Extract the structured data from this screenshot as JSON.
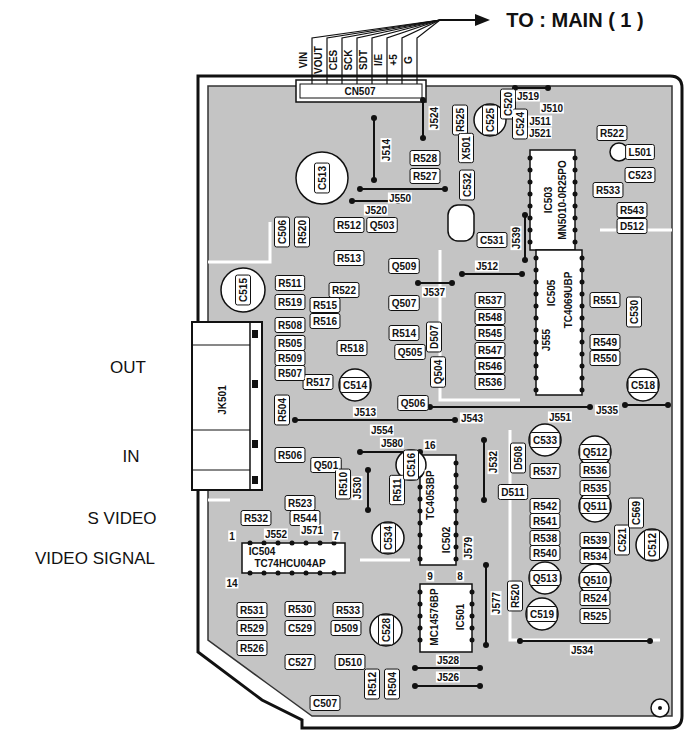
{
  "diagram": {
    "labels": [
      "TO : MAIN ( 1 )",
      "VIN",
      "VOUT",
      "CES",
      "SCK",
      "SDT",
      "I/E",
      "+5",
      "G",
      "CN507",
      "OUT",
      "IN",
      "S VIDEO",
      "VIDEO SIGNAL",
      "J519",
      "C520",
      "J510",
      "J511",
      "J521",
      "C524",
      "C525",
      "R525",
      "J524",
      "R522",
      "L501",
      "C523",
      "R533",
      "R543",
      "D512",
      "X501",
      "IC503",
      "MN5010-0R25PO",
      "R528",
      "R527",
      "C513",
      "J514",
      "J550",
      "C532",
      "C531",
      "J539",
      "J512",
      "C506",
      "R520",
      "R512",
      "Q503",
      "J520",
      "R513",
      "Q509",
      "R522",
      "J537",
      "R515",
      "R516",
      "Q507",
      "R514",
      "D507",
      "Q505",
      "R518",
      "Q504",
      "Q506",
      "J513",
      "C514",
      "R517",
      "R511",
      "R519",
      "R508",
      "R505",
      "R509",
      "R507",
      "C515",
      "JK501",
      "R504",
      "J543",
      "J554",
      "J580",
      "J551",
      "J535",
      "C518",
      "IC505",
      "TC4069UBP",
      "J555",
      "R537",
      "R548",
      "R545",
      "R547",
      "R546",
      "R536",
      "R551",
      "C530",
      "R549",
      "R550",
      "R506",
      "Q501",
      "R523",
      "R510",
      "J530",
      "R532",
      "R544",
      "J552",
      "J571",
      "1",
      "7",
      "IC504",
      "TC74HCU04AP",
      "14",
      "R531",
      "R530",
      "R533",
      "R529",
      "C529",
      "D509",
      "R526",
      "C527",
      "D510",
      "C528",
      "R512",
      "R504",
      "C507",
      "C534",
      "R511",
      "C516",
      "IC502",
      "TC4053BP",
      "16",
      "J532",
      "J579",
      "9",
      "8",
      "MC14576BP",
      "IC501",
      "J577",
      "R520",
      "J528",
      "J526",
      "J534",
      "C519",
      "C533",
      "D508",
      "R537",
      "D511",
      "R542",
      "R541",
      "R538",
      "R540",
      "Q513",
      "Q512",
      "R536",
      "R535",
      "Q511",
      "R539",
      "R534",
      "Q510",
      "R524",
      "R525",
      "C521",
      "C569",
      "C512"
    ]
  }
}
